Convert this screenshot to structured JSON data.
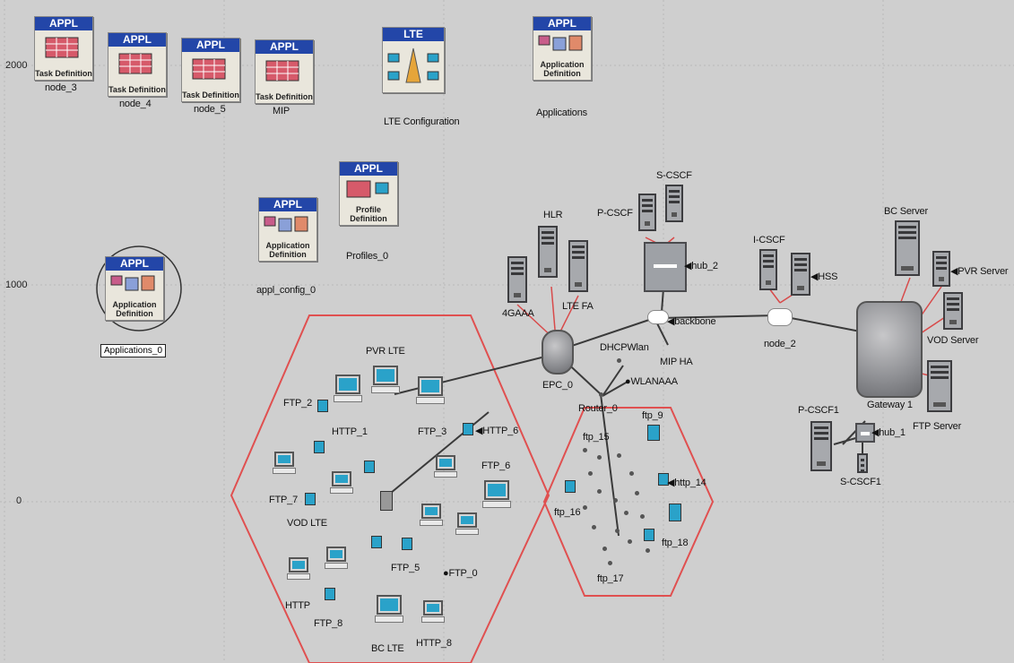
{
  "axis": {
    "y_labels": [
      "2000",
      "1000",
      "0"
    ]
  },
  "cards": {
    "node_3": {
      "header": "APPL",
      "body": "Task Definition",
      "label": "node_3"
    },
    "node_4": {
      "header": "APPL",
      "body": "Task Definition",
      "label": "node_4"
    },
    "node_5": {
      "header": "APPL",
      "body": "Task Definition",
      "label": "node_5"
    },
    "mip": {
      "header": "APPL",
      "body": "Task Definition",
      "label": "MIP"
    },
    "lte_config": {
      "header": "LTE",
      "body": "",
      "label": "LTE Configuration"
    },
    "applications": {
      "header": "APPL",
      "body": "Application Definition",
      "label": "Applications"
    },
    "profiles": {
      "header": "APPL",
      "body": "Profile Definition",
      "label": "Profiles_0"
    },
    "appl_config": {
      "header": "APPL",
      "body": "Application Definition",
      "label": "appl_config_0"
    },
    "applications_0": {
      "header": "APPL",
      "body": "Application Definition",
      "label": "Applications_0"
    }
  },
  "core": {
    "s_cscf": "S-CSCF",
    "p_cscf": "P-CSCF",
    "hlr": "HLR",
    "hub_2": "hub_2",
    "4gaaa": "4GAAA",
    "lte_fa": "LTE FA",
    "backbone": "backbone",
    "mip_ha": "MIP HA",
    "dhcp_wlan": "DHCPWlan",
    "epc_0": "EPC_0",
    "wlan_aaa": "WLANAAA",
    "router_0": "Router_0",
    "i_cscf": "I-CSCF",
    "hss": "HSS",
    "node_2": "node_2",
    "bc_server": "BC Server",
    "pvr_server": "PVR Server",
    "vod_server": "VOD Server",
    "gateway_1": "Gateway 1",
    "ftp_server": "FTP Server",
    "p_cscf1": "P-CSCF1",
    "hub_1": "hub_1",
    "s_cscf1": "S-CSCF1"
  },
  "lte_cell": {
    "pvr_lte": "PVR LTE",
    "ftp_2": "FTP_2",
    "http_1": "HTTP_1",
    "ftp_3": "FTP_3",
    "http_6": "HTTP_6",
    "ftp_6": "FTP_6",
    "ftp_7": "FTP_7",
    "vod_lte": "VOD LTE",
    "ftp_5": "FTP_5",
    "ftp_0": "FTP_0",
    "http": "HTTP",
    "ftp_8": "FTP_8",
    "bc_lte": "BC LTE",
    "http_8": "HTTP_8"
  },
  "wlan_cell": {
    "ftp_9": "ftp_9",
    "ftp_15": "ftp_15",
    "http_14": "http_14",
    "ftp_16": "ftp_16",
    "ftp_18": "ftp_18",
    "ftp_17": "ftp_17"
  },
  "colors": {
    "canvas": "#cfcfcf",
    "hexagon": "#e05050",
    "link_red": "#d84a4a",
    "link_dark": "#3a3a3a",
    "card_header": "#2346a8"
  }
}
